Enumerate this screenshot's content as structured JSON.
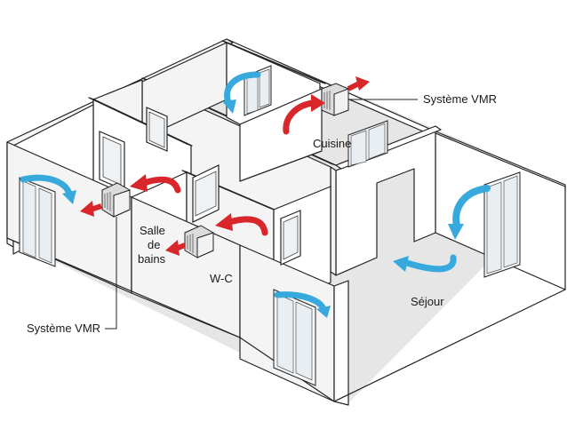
{
  "labels": {
    "vmr_top": "Système VMR",
    "vmr_left": "Système VMR",
    "cuisine": "Cuisine",
    "salle_line1": "Salle",
    "salle_line2": "de",
    "salle_line3": "bains",
    "wc": "W-C",
    "sejour": "Séjour"
  },
  "colors": {
    "intake_arrow": "#37a9dc",
    "exhaust_arrow": "#d8262a",
    "floor": "#e6e6e6",
    "outline": "#222222"
  }
}
